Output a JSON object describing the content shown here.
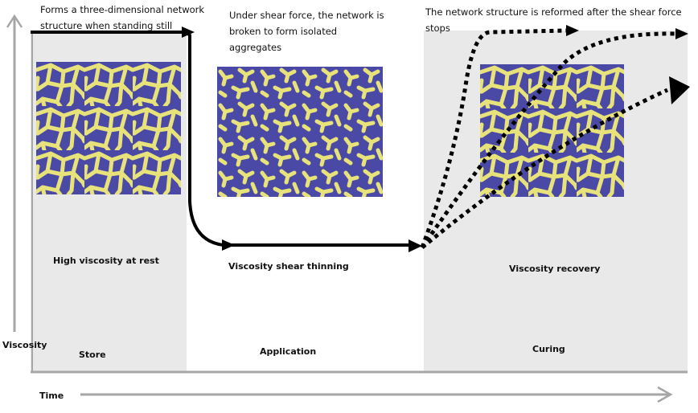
{
  "axes": {
    "y_label": "Viscosity",
    "x_label": "Time",
    "axis_color": "#a6a6a6"
  },
  "stages": [
    {
      "name": "Store",
      "state_label": "High viscosity at rest",
      "caption": "Forms a three-dimensional network structure when standing still",
      "caption_lines": [
        "Forms a three-dimensional network",
        "structure when standing still"
      ],
      "image": "connected-network-micrograph"
    },
    {
      "name": "Application",
      "state_label": "Viscosity shear thinning",
      "caption": "Under shear force, the network is broken to form isolated aggregates",
      "caption_lines": [
        "Under shear force, the network is",
        "broken to form isolated",
        "aggregates"
      ],
      "image": "isolated-aggregates-micrograph"
    },
    {
      "name": "Curing",
      "state_label": "Viscosity recovery",
      "caption": "The network structure is reformed after the shear force stops",
      "caption_lines": [
        "The network structure is reformed after the shear force stops"
      ],
      "image": "reformed-network-micrograph"
    }
  ],
  "colors": {
    "panel_gray": "#e9e9e9",
    "micro_blue": "#4a4aa6",
    "micro_yellow": "#e8e27a",
    "arrow": "#000000"
  },
  "curve": {
    "description": "Solid arrow: high viscosity plateau, sharp drop under shear, low plateau; dotted arrows: three recovery paths (fast, medium, slow)",
    "recovery_paths": [
      "fast",
      "medium",
      "slow"
    ]
  }
}
